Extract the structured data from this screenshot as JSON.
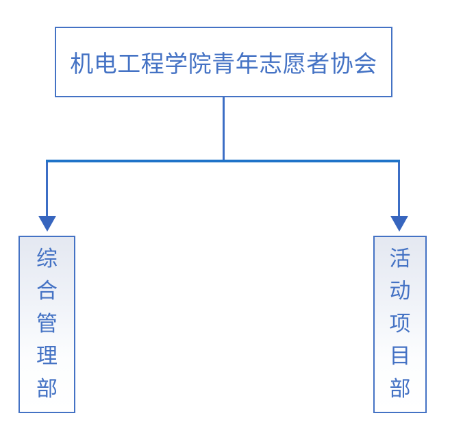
{
  "diagram": {
    "type": "org-chart",
    "root": {
      "label": "机电工程学院青年志愿者协会"
    },
    "children": [
      {
        "id": "left",
        "label": "综合管理部",
        "chars": [
          "综",
          "合",
          "管",
          "理",
          "部"
        ]
      },
      {
        "id": "right",
        "label": "活动项目部",
        "chars": [
          "活",
          "动",
          "项",
          "目",
          "部"
        ]
      }
    ]
  },
  "colors": {
    "node_border": "#4472C4",
    "node_text": "#4472C4",
    "stem_connector": "#3C6EC5",
    "branch_line": "#1F73C8",
    "arrowhead": "#3765BE",
    "child_box_gradient_top": "#E4E8F1",
    "child_box_gradient_bottom": "#FFFFFF",
    "background": "#FFFFFF"
  }
}
